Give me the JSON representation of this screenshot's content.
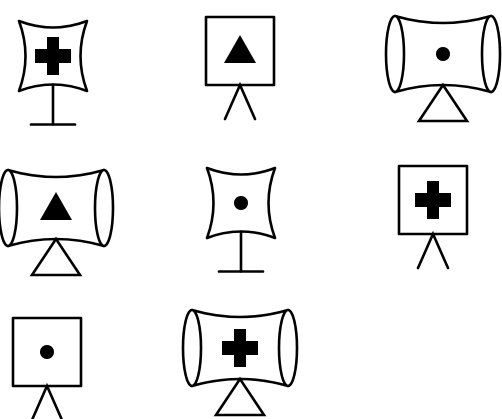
{
  "figure": {
    "background": "#ffffff",
    "ink": "#000000",
    "rows": 3,
    "columns": 3,
    "cells": [
      {
        "name": "cell-1",
        "frame": "concave",
        "symbol": "cross",
        "stand": "t-base"
      },
      {
        "name": "cell-2",
        "frame": "square",
        "symbol": "triangle",
        "stand": "legs"
      },
      {
        "name": "cell-3",
        "frame": "barrel",
        "symbol": "dot",
        "stand": "triangle"
      },
      {
        "name": "cell-4",
        "frame": "barrel",
        "symbol": "triangle",
        "stand": "triangle"
      },
      {
        "name": "cell-5",
        "frame": "concave",
        "symbol": "dot",
        "stand": "t-base"
      },
      {
        "name": "cell-6",
        "frame": "square",
        "symbol": "cross",
        "stand": "legs"
      },
      {
        "name": "cell-7",
        "frame": "square",
        "symbol": "dot",
        "stand": "legs"
      },
      {
        "name": "cell-8",
        "frame": "barrel",
        "symbol": "cross",
        "stand": "triangle"
      }
    ]
  }
}
